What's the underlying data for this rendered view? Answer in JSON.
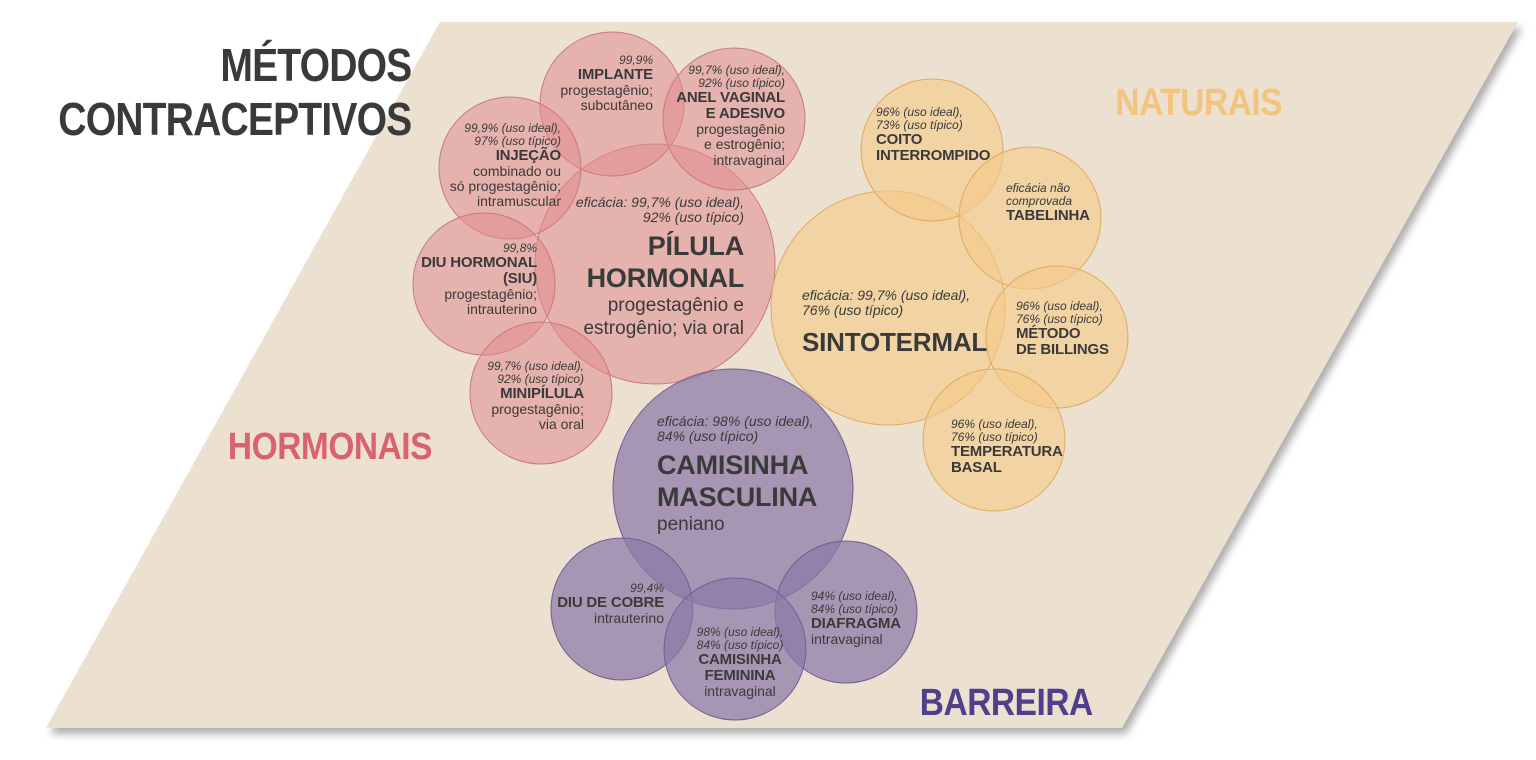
{
  "title": {
    "line1": "MÉTODOS",
    "line2": "CONTRACEPTIVOS"
  },
  "colors": {
    "background": "#ece0d0",
    "hormonal": "#e28c90",
    "natural": "#f5c987",
    "barrier": "#8a79a8",
    "hormonal_label": "#d8636d",
    "natural_label": "#f2c47f",
    "barrier_label": "#4f3f8c"
  },
  "categories": {
    "hormonal": "HORMONAIS",
    "natural": "NATURAIS",
    "barrier": "BARREIRA"
  },
  "methods": {
    "implante": {
      "efficacy": "99,9%",
      "name": "IMPLANTE",
      "desc1": "progestagênio;",
      "desc2": "subcutâneo"
    },
    "anel": {
      "efficacy1": "99,7% (uso ideal),",
      "efficacy2": "92% (uso típico)",
      "name1": "ANEL VAGINAL",
      "name2": "E ADESIVO",
      "desc1": "progestagênio",
      "desc2": "e estrogênio;",
      "desc3": "intravaginal"
    },
    "injecao": {
      "efficacy1": "99,9% (uso ideal),",
      "efficacy2": "97% (uso típico)",
      "name": "INJEÇÃO",
      "desc1": "combinado ou",
      "desc2": "só progestagênio;",
      "desc3": "intramuscular"
    },
    "pilula": {
      "efficacy1": "eficácia: 99,7% (uso ideal),",
      "efficacy2": "92% (uso típico)",
      "name1": "PÍLULA",
      "name2": "HORMONAL",
      "desc1": "progestagênio e",
      "desc2": "estrogênio; via oral"
    },
    "diu_hormonal": {
      "efficacy": "99,8%",
      "name1": "DIU HORMONAL",
      "name2": "(SIU)",
      "desc1": "progestagênio;",
      "desc2": "intrauterino"
    },
    "minipilula": {
      "efficacy1": "99,7% (uso ideal),",
      "efficacy2": "92% (uso típico)",
      "name": "MINIPÍLULA",
      "desc1": "progestagênio;",
      "desc2": "via oral"
    },
    "coito": {
      "efficacy1": "96% (uso ideal),",
      "efficacy2": "73% (uso típico)",
      "name1": "COITO",
      "name2": "INTERROMPIDO"
    },
    "tabelinha": {
      "efficacy1": "eficácia não",
      "efficacy2": "comprovada",
      "name": "TABELINHA"
    },
    "sintotermal": {
      "efficacy1": "eficácia: 99,7% (uso ideal),",
      "efficacy2": "76% (uso típico)",
      "name": "SINTOTERMAL"
    },
    "billings": {
      "efficacy1": "96% (uso ideal),",
      "efficacy2": "76% (uso típico)",
      "name1": "MÉTODO",
      "name2": "DE BILLINGS"
    },
    "temperatura": {
      "efficacy1": "96% (uso ideal),",
      "efficacy2": "76% (uso típico)",
      "name1": "TEMPERATURA",
      "name2": "BASAL"
    },
    "camisinha_m": {
      "efficacy1": "eficácia: 98% (uso ideal),",
      "efficacy2": "84% (uso típico)",
      "name1": "CAMISINHA",
      "name2": "MASCULINA",
      "desc": "peniano"
    },
    "diu_cobre": {
      "efficacy": "99,4%",
      "name": "DIU DE COBRE",
      "desc": "intrauterino"
    },
    "diafragma": {
      "efficacy1": "94% (uso ideal),",
      "efficacy2": "84% (uso típico)",
      "name": "DIAFRAGMA",
      "desc": "intravaginal"
    },
    "camisinha_f": {
      "efficacy1": "98% (uso ideal),",
      "efficacy2": "84% (uso típico)",
      "name1": "CAMISINHA",
      "name2": "FEMININA",
      "desc": "intravaginal"
    }
  }
}
